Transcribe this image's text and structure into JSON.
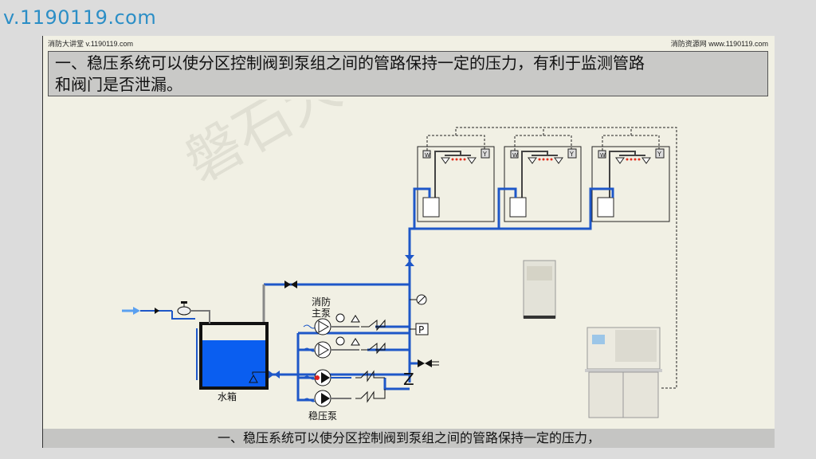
{
  "site_url": "v.1190119.com",
  "slide": {
    "header_left": "消防大讲堂 v.1190119.com",
    "header_right": "消防资源网 www.1190119.com",
    "title_line1": "一、稳压系统可以使分区控制阀到泵组之间的管路保持一定的压力，有利于监测管路",
    "title_line2": "和阀门是否泄漏。",
    "caption": "一、稳压系统可以使分区控制阀到泵组之间的管路保持一定的压力，",
    "watermark": "磐石大讲堂"
  },
  "diagram": {
    "labels": {
      "main_pump_line1": "消防",
      "main_pump_line2": "主泵",
      "water_tank": "水箱",
      "pressure_pump": "稳压泵",
      "pressure_switch": "P",
      "zone_w": "W",
      "zone_y": "Y"
    },
    "colors": {
      "pipe_blue": "#1e57c8",
      "water": "#0a5ef0",
      "inlet_arrow": "#5aa0f0",
      "sprinkler_dot": "#e03020",
      "running_pump_dot": "#e02020"
    },
    "zones": 3
  }
}
